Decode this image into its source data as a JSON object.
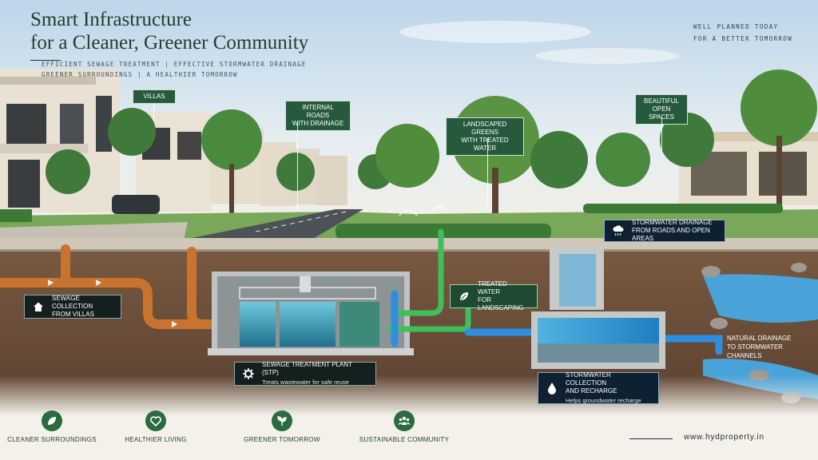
{
  "header": {
    "title_line1": "Smart Infrastructure",
    "title_line2": "for a Cleaner, Greener Community",
    "subtitle_line1": "Efficient Sewage Treatment | Effective Stormwater Drainage",
    "subtitle_line2": "Greener Surroundings | A Healthier Tomorrow"
  },
  "tagline": {
    "line1": "Well Planned Today",
    "line2": "For a Better Tomorrow"
  },
  "tags": {
    "villas": "Villas",
    "roads_line1": "Internal Roads",
    "roads_line2": "with Drainage",
    "greens_line1": "Landscaped Greens",
    "greens_line2": "with Treated Water",
    "open_line1": "Beautiful",
    "open_line2": "Open Spaces"
  },
  "boxes": {
    "sewage_line1": "Sewage Collection",
    "sewage_line2": "from Villas",
    "treated_line1": "Treated Water",
    "treated_line2": "for Landscaping",
    "storm_drain_line1": "Stormwater Drainage",
    "storm_drain_line2": "from Roads and Open Areas",
    "stp_title": "Sewage Treatment Plant (STP)",
    "stp_sub": "Treats wastewater for safe reuse",
    "recharge_line1": "Stormwater Collection",
    "recharge_line2": "and Recharge",
    "recharge_sub": "Helps groundwater recharge",
    "natural_line1": "Natural Drainage",
    "natural_line2": "to Stormwater Channels"
  },
  "footer": {
    "items": [
      {
        "label": "Cleaner Surroundings",
        "icon": "leaf-icon"
      },
      {
        "label": "Healthier Living",
        "icon": "heart-icon"
      },
      {
        "label": "Greener Tomorrow",
        "icon": "plant-icon"
      },
      {
        "label": "Sustainable Community",
        "icon": "people-icon"
      }
    ],
    "website": "www.hydproperty.in"
  },
  "colors": {
    "brand_green": "#265a3c",
    "sewage_pipe": "#c8742e",
    "treated_pipe": "#3fbf5a",
    "storm_pipe": "#2e8fe0"
  }
}
